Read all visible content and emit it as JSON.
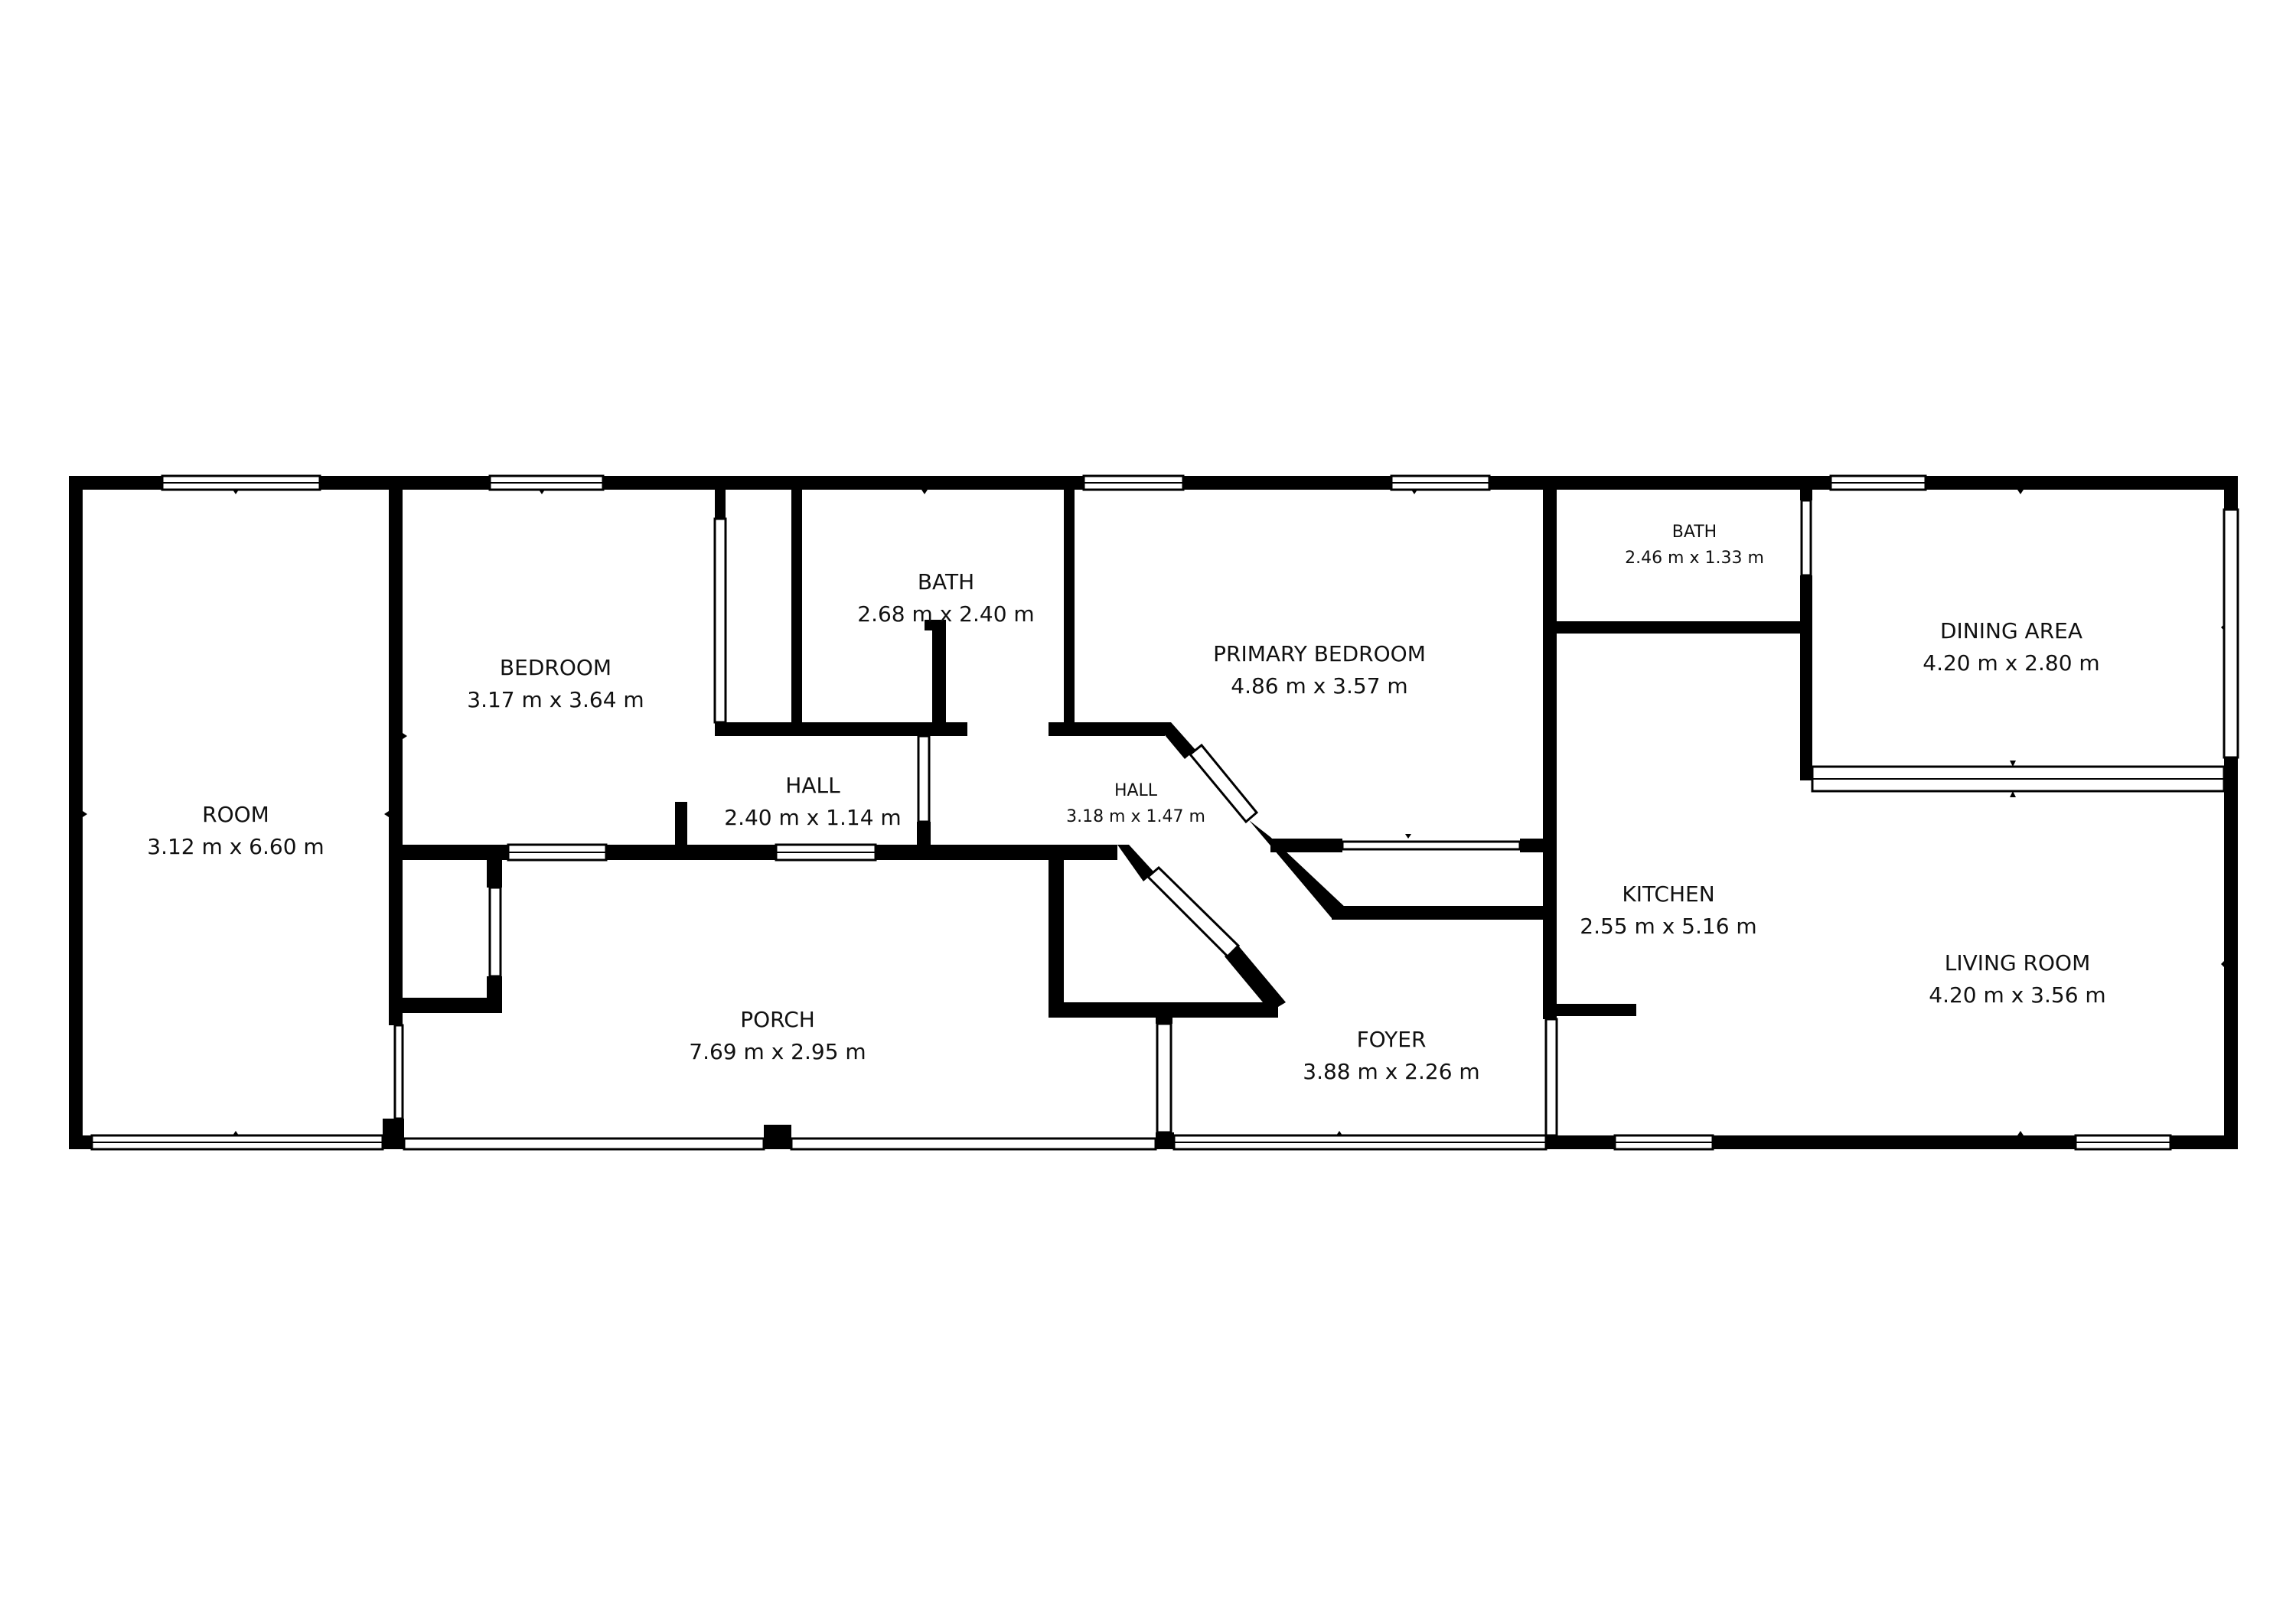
{
  "colors": {
    "wall": "#000000",
    "background": "#ffffff",
    "text": "#111111"
  },
  "rooms": {
    "room": {
      "name": "ROOM",
      "dims": "3.12 m x 6.60 m"
    },
    "bedroom": {
      "name": "BEDROOM",
      "dims": "3.17 m x 3.64 m"
    },
    "bath1": {
      "name": "BATH",
      "dims": "2.68 m x 2.40 m"
    },
    "primary_bedroom": {
      "name": "PRIMARY BEDROOM",
      "dims": "4.86 m x 3.57 m"
    },
    "bath2": {
      "name": "BATH",
      "dims": "2.46 m x 1.33 m"
    },
    "dining_area": {
      "name": "DINING AREA",
      "dims": "4.20 m x 2.80 m"
    },
    "hall1": {
      "name": "HALL",
      "dims": "2.40 m x 1.14 m"
    },
    "hall2": {
      "name": "HALL",
      "dims": "3.18 m x 1.47 m"
    },
    "porch": {
      "name": "PORCH",
      "dims": "7.69 m x 2.95 m"
    },
    "foyer": {
      "name": "FOYER",
      "dims": "3.88 m x 2.26 m"
    },
    "kitchen": {
      "name": "KITCHEN",
      "dims": "2.55 m x 5.16 m"
    },
    "living_room": {
      "name": "LIVING ROOM",
      "dims": "4.20 m x 3.56 m"
    }
  }
}
